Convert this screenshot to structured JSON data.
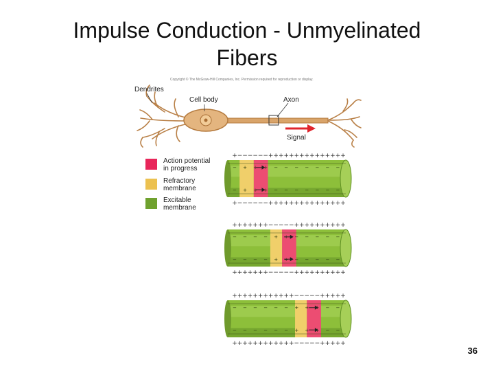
{
  "slide": {
    "title_line1": "Impulse Conduction - Unmyelinated",
    "title_line2": "Fibers",
    "copyright": "Copyright © The McGraw-Hill Companies, Inc. Permission required for reproduction or display.",
    "page_number": "36"
  },
  "neuron": {
    "dendrites_label": "Dendrites",
    "cell_body_label": "Cell body",
    "axon_label": "Axon",
    "signal_label": "Signal"
  },
  "legend": [
    {
      "line1": "Action potential",
      "line2": "in progress",
      "color": "#e8265a"
    },
    {
      "line1": "Refractory",
      "line2": "membrane",
      "color": "#ecc150"
    },
    {
      "line1": "Excitable",
      "line2": "membrane",
      "color": "#6fa12e"
    }
  ],
  "fibers": [
    {
      "refractory_start": 0.1,
      "active_start": 0.22,
      "active_end": 0.34
    },
    {
      "refractory_start": 0.36,
      "active_start": 0.46,
      "active_end": 0.58
    },
    {
      "refractory_start": 0.57,
      "active_start": 0.67,
      "active_end": 0.79
    }
  ],
  "colors": {
    "fiber_green": "#8dbf3a",
    "fiber_green_dark": "#5f8f23",
    "refractory": "#f0cf6a",
    "active": "#ec4d72",
    "signal_arrow": "#e0242c",
    "neuron": "#c58a4c"
  }
}
